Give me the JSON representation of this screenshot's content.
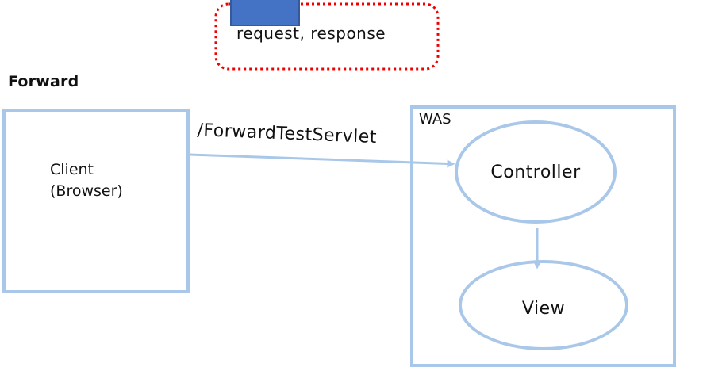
{
  "colors": {
    "diagram_light_blue": "#a9c7e9",
    "legend_swatch_fill": "#4472c4",
    "legend_swatch_border": "#35599b",
    "legend_dotted_border_red": "#f20000",
    "text_color": "#111111"
  },
  "legend": {
    "label": "request, response"
  },
  "heading": "Forward",
  "client_box": {
    "line1": "Client",
    "line2": "(Browser)"
  },
  "request_arrow": {
    "label": "/ForwardTestServlet"
  },
  "was_box": {
    "label": "WAS",
    "controller_label": "Controller",
    "view_label": "View"
  }
}
